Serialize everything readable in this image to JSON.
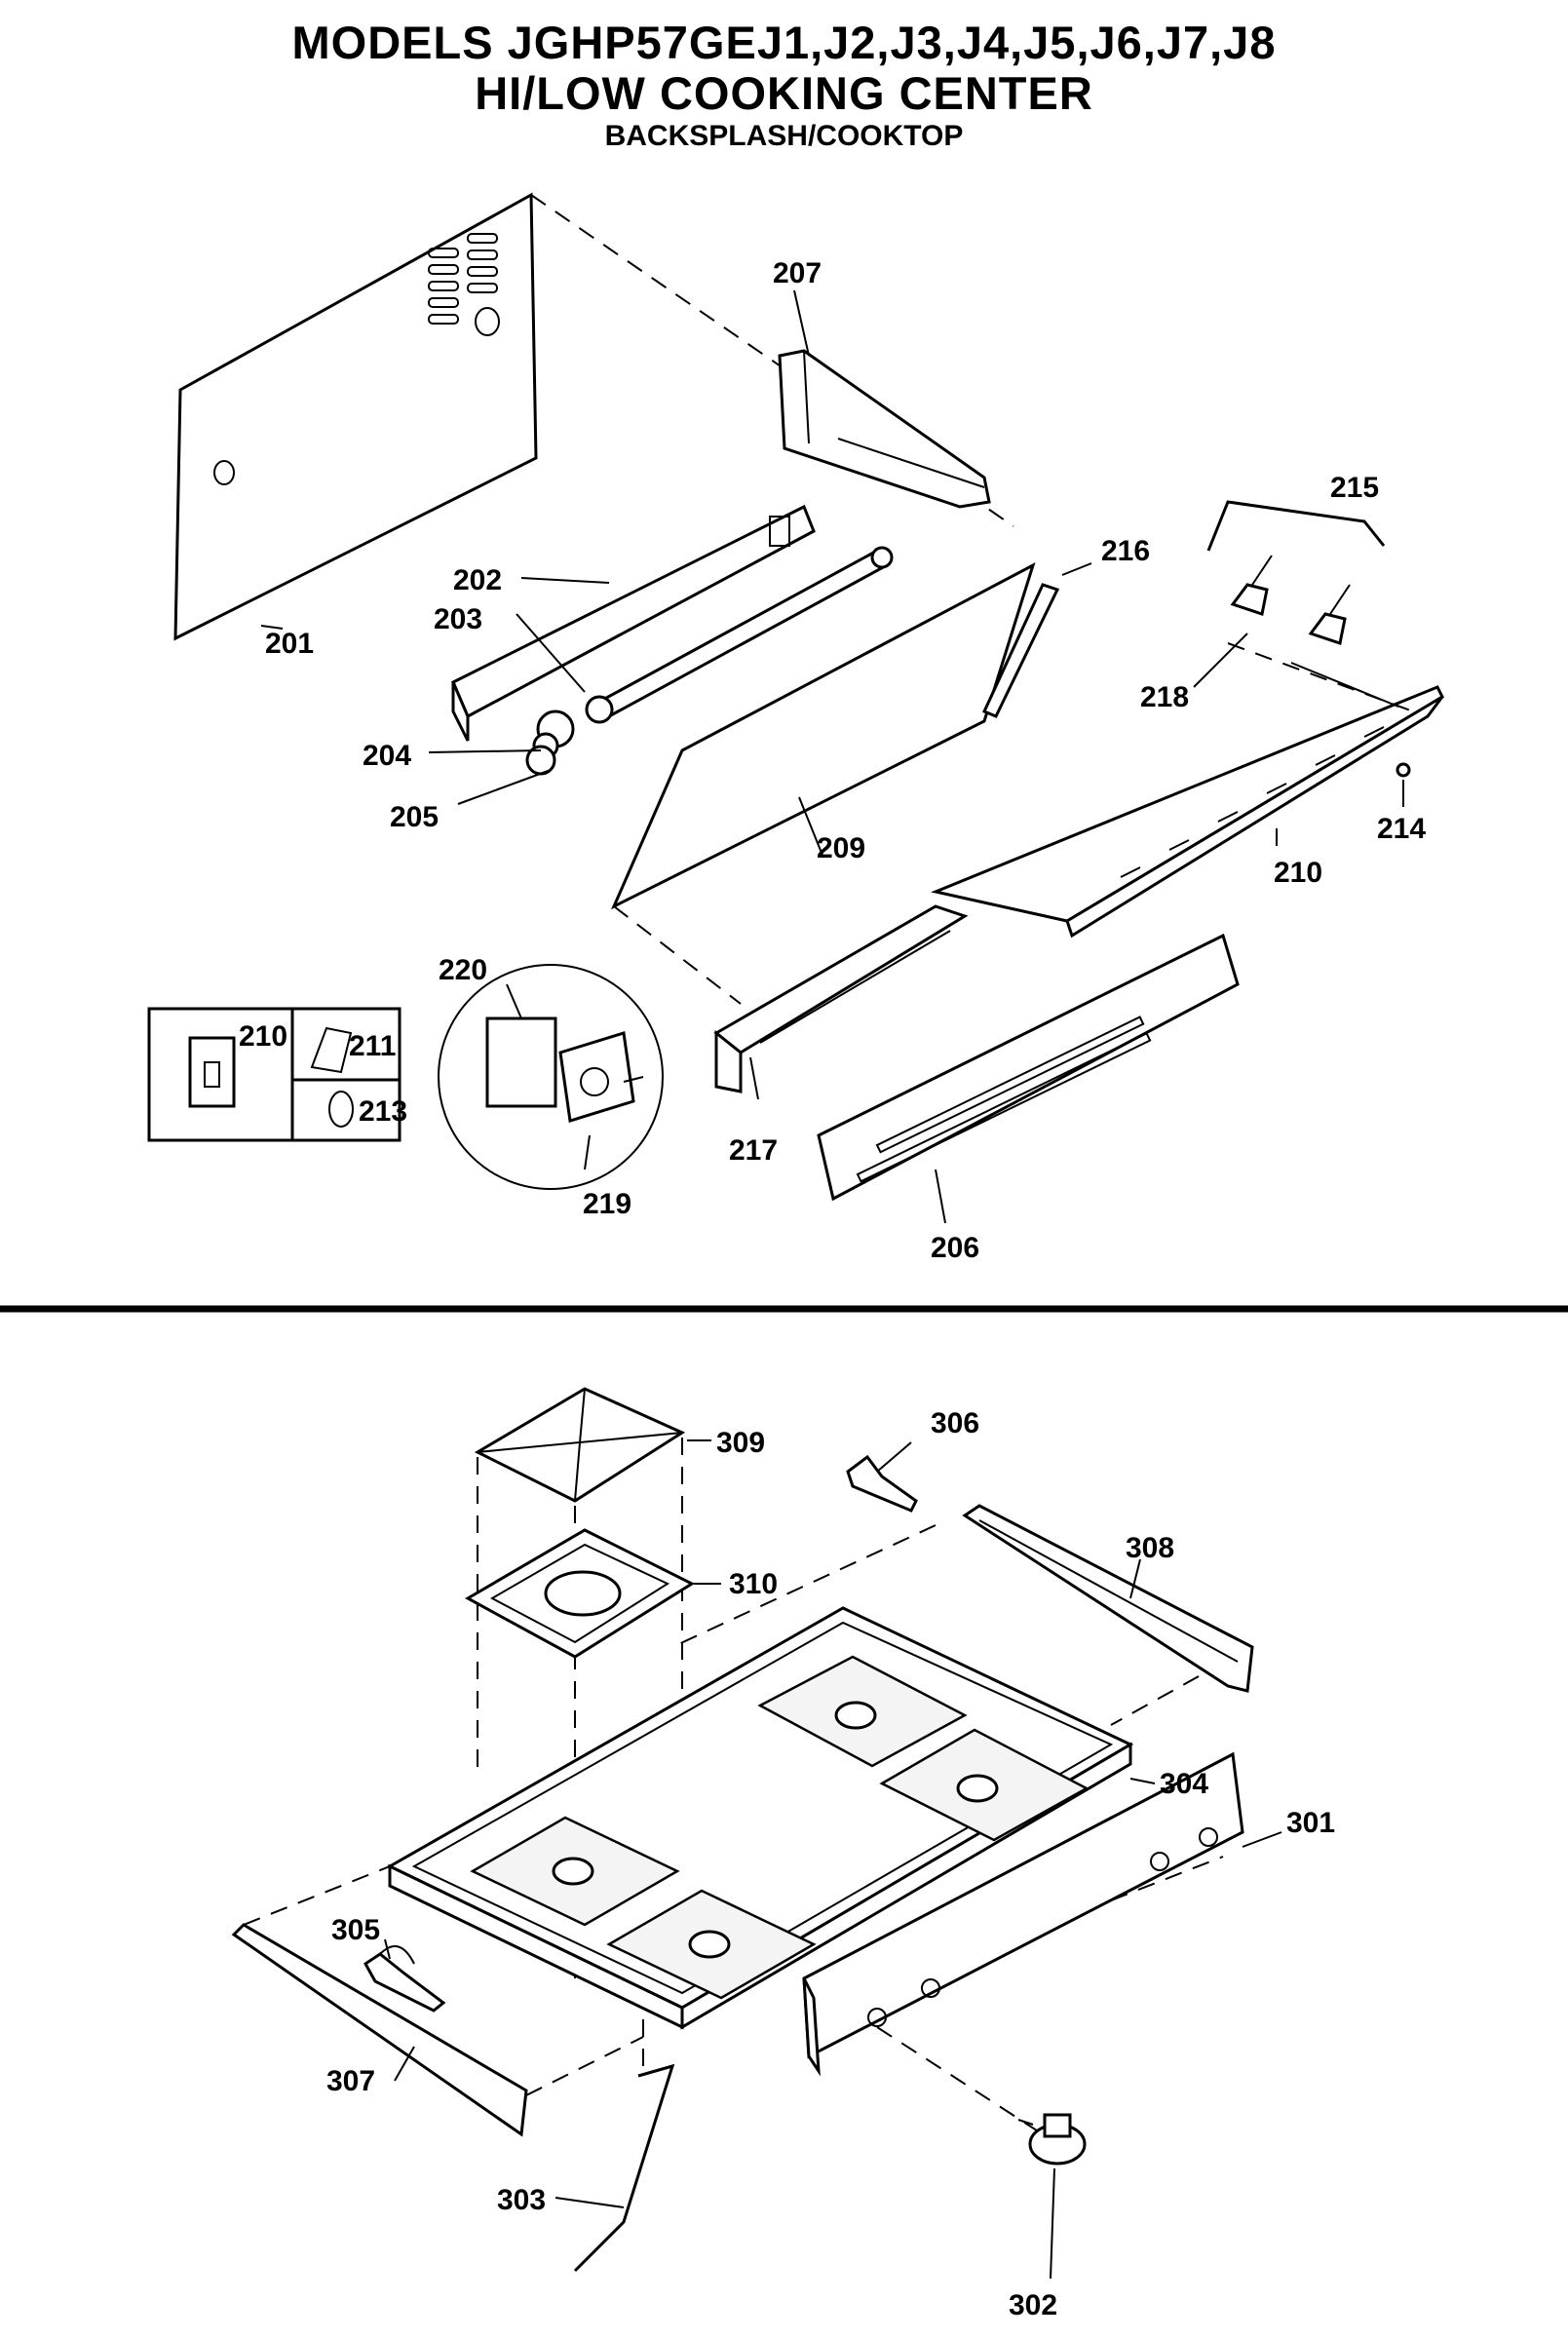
{
  "title": {
    "line1": "MODELS JGHP57GEJ1,J2,J3,J4,J5,J6,J7,J8",
    "line2": "HI/LOW COOKING CENTER",
    "line3": "BACKSPLASH/COOKTOP"
  },
  "backsplash_labels": {
    "p201": "201",
    "p202": "202",
    "p203": "203",
    "p204": "204",
    "p205": "205",
    "p206": "206",
    "p207": "207",
    "p209": "209",
    "p210": "210",
    "p210_inset": "210",
    "p211": "211",
    "p213": "213",
    "p214": "214",
    "p215": "215",
    "p216": "216",
    "p217": "217",
    "p218": "218",
    "p219": "219",
    "p220": "220"
  },
  "cooktop_labels": {
    "p301": "301",
    "p302": "302",
    "p303": "303",
    "p304": "304",
    "p305": "305",
    "p306": "306",
    "p307": "307",
    "p308": "308",
    "p309": "309",
    "p310": "310"
  }
}
